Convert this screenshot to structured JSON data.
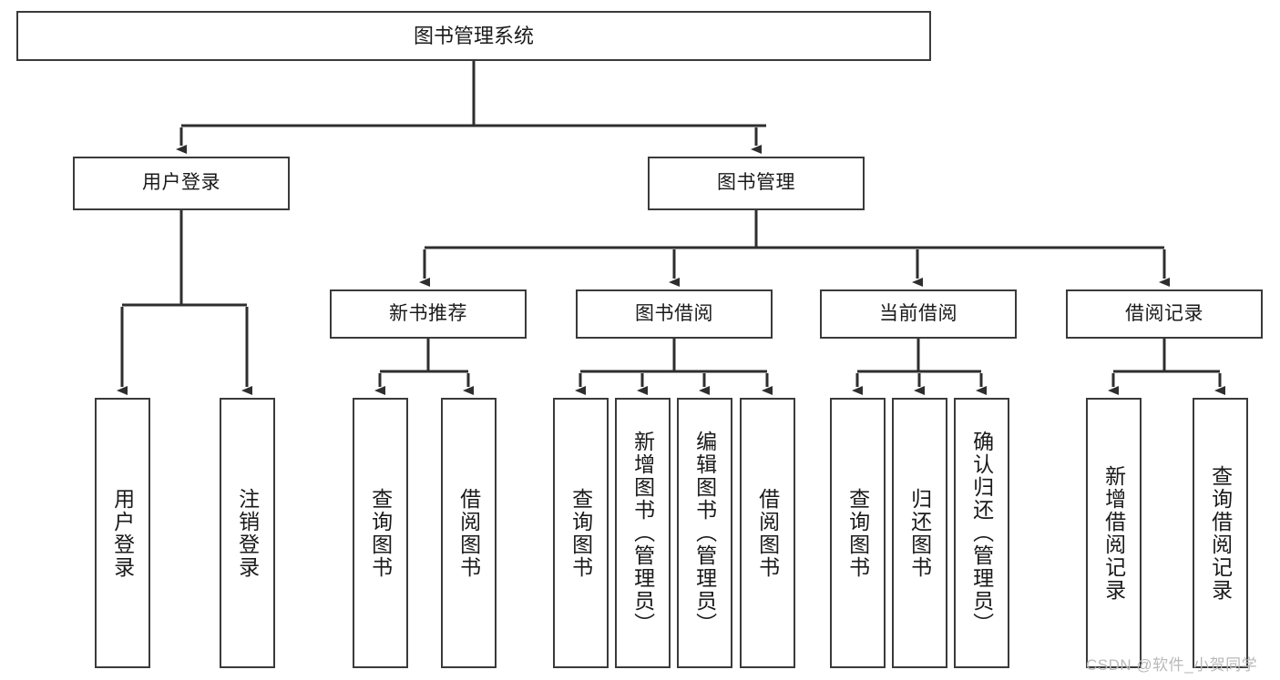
{
  "diagram": {
    "type": "tree-hierarchy",
    "title": "图书管理系统",
    "watermark": "CSDN @软件_小贺同学",
    "colors": {
      "box_border": "#3a3a3a",
      "box_fill": "#ffffff",
      "edge": "#2e2e2e",
      "text": "#1a1a1a",
      "watermark": "#b9b9b9"
    },
    "levels": {
      "level0": "系统",
      "level1": "模块",
      "level2": "功能",
      "level3": "操作"
    },
    "nodes": {
      "root": {
        "id": "root",
        "label": "图书管理系统",
        "orientation": "horizontal"
      },
      "level1": [
        {
          "id": "user-login",
          "label": "用户登录",
          "orientation": "horizontal"
        },
        {
          "id": "book-manage",
          "label": "图书管理",
          "orientation": "horizontal"
        }
      ],
      "level2": [
        {
          "id": "new-book-recommend",
          "label": "新书推荐",
          "orientation": "horizontal",
          "parent": "book-manage"
        },
        {
          "id": "book-borrow",
          "label": "图书借阅",
          "orientation": "horizontal",
          "parent": "book-manage"
        },
        {
          "id": "current-borrow",
          "label": "当前借阅",
          "orientation": "horizontal",
          "parent": "book-manage"
        },
        {
          "id": "borrow-record",
          "label": "借阅记录",
          "orientation": "horizontal",
          "parent": "book-manage"
        }
      ],
      "leaves": [
        {
          "id": "leaf-user-login",
          "label": "用户登录",
          "orientation": "vertical",
          "parent": "user-login"
        },
        {
          "id": "leaf-user-logout",
          "label": "注销登录",
          "orientation": "vertical",
          "parent": "user-login"
        },
        {
          "id": "leaf-query-book-1",
          "label": "查询图书",
          "orientation": "vertical",
          "parent": "new-book-recommend"
        },
        {
          "id": "leaf-borrow-book-1",
          "label": "借阅图书",
          "orientation": "vertical",
          "parent": "new-book-recommend"
        },
        {
          "id": "leaf-query-book-2",
          "label": "查询图书",
          "orientation": "vertical",
          "parent": "book-borrow"
        },
        {
          "id": "leaf-add-book",
          "label": "新增图书（管理员）",
          "orientation": "vertical",
          "parent": "book-borrow"
        },
        {
          "id": "leaf-edit-book",
          "label": "编辑图书（管理员）",
          "orientation": "vertical",
          "parent": "book-borrow"
        },
        {
          "id": "leaf-borrow-book-2",
          "label": "借阅图书",
          "orientation": "vertical",
          "parent": "book-borrow"
        },
        {
          "id": "leaf-query-book-3",
          "label": "查询图书",
          "orientation": "vertical",
          "parent": "current-borrow"
        },
        {
          "id": "leaf-return-book",
          "label": "归还图书",
          "orientation": "vertical",
          "parent": "current-borrow"
        },
        {
          "id": "leaf-confirm-return",
          "label": "确认归还（管理员）",
          "orientation": "vertical",
          "parent": "current-borrow"
        },
        {
          "id": "leaf-add-record",
          "label": "新增借阅记录",
          "orientation": "vertical",
          "parent": "borrow-record"
        },
        {
          "id": "leaf-query-record",
          "label": "查询借阅记录",
          "orientation": "vertical",
          "parent": "borrow-record"
        }
      ]
    }
  }
}
